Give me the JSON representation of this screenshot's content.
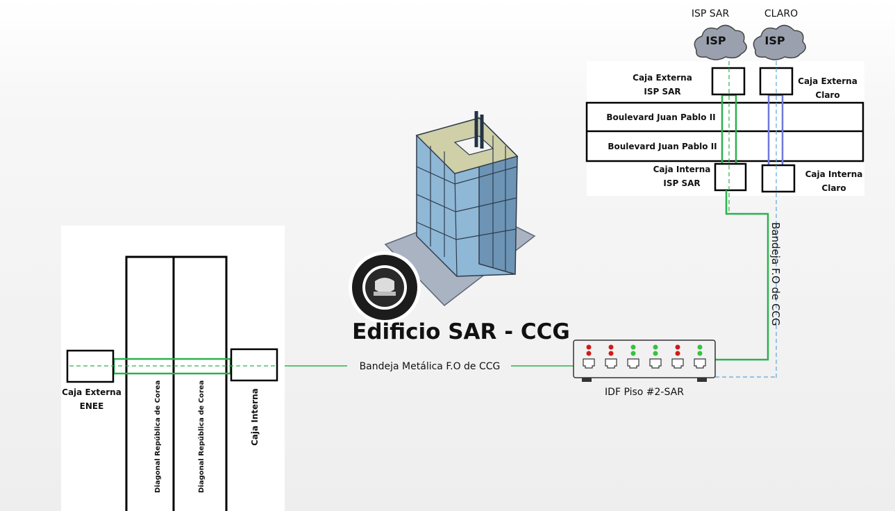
{
  "title": "Edificio SAR - CCG",
  "isp_sar": {
    "label": "ISP SAR",
    "cloud_text": "ISP"
  },
  "claro": {
    "label": "CLARO",
    "cloud_text": "ISP"
  },
  "caja_externa_isp_sar": [
    "Caja Externa",
    "ISP SAR"
  ],
  "caja_externa_claro": [
    "Caja Externa",
    "Claro"
  ],
  "boulevard": [
    "Boulevard Juan Pablo II",
    "Boulevard Juan Pablo II"
  ],
  "caja_interna_isp_sar": [
    "Caja Interna",
    "ISP SAR"
  ],
  "caja_interna_claro": [
    "Caja Interna",
    "Claro"
  ],
  "bandeja_vertical": "Bandeja F.O de CCG",
  "bandeja_metalica": "Bandeja Metálica F.O de CCG",
  "idf_label": "IDF Piso #2-SAR",
  "caja_externa_enee": [
    "Caja Externa",
    "ENEE"
  ],
  "diagonal": [
    "Diagonal República de Corea",
    "Diagonal República de Corea"
  ],
  "caja_interna": "Caja Interna",
  "colors": {
    "green": "#2bb24c",
    "blue": "#6f78d8",
    "light_blue": "#5aa7dc",
    "led_red": "#d11a1a",
    "led_green": "#36c23f"
  }
}
